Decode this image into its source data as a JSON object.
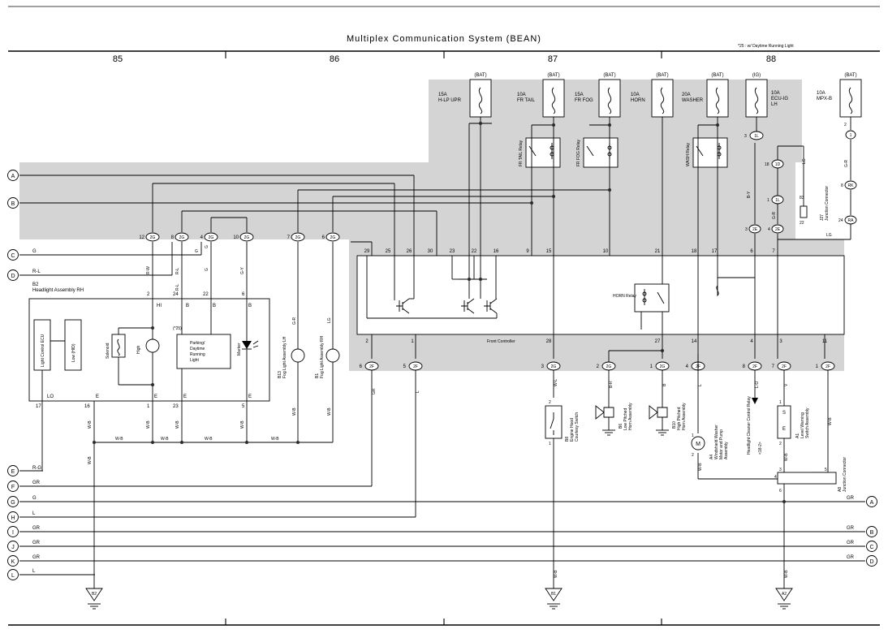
{
  "header": {
    "title": "Multiplex Communication System (BEAN)",
    "note": "*25 : w/ Daytime Running Light",
    "sections": [
      "85",
      "86",
      "87",
      "88"
    ]
  },
  "fuses": [
    {
      "supply": "(BAT)",
      "amp": "15A",
      "name": "H-LP UPR"
    },
    {
      "supply": "(BAT)",
      "amp": "10A",
      "name": "FR TAIL"
    },
    {
      "supply": "(BAT)",
      "amp": "15A",
      "name": "FR FOG"
    },
    {
      "supply": "(BAT)",
      "amp": "10A",
      "name": "HORN"
    },
    {
      "supply": "(BAT)",
      "amp": "20A",
      "name": "WASHER"
    },
    {
      "supply": "(IG)",
      "amp": "10A",
      "name": "ECU-IG LH"
    },
    {
      "supply": "(BAT)",
      "amp": "10A",
      "name": "MPX-B"
    }
  ],
  "relays": {
    "fr_tail": "FR TAIL Relay",
    "fr_fog": "FR FOG Relay",
    "wash": "WASH Relay",
    "horn": "HORN Relay"
  },
  "left_refs": [
    "A",
    "B",
    "C",
    "D",
    "E",
    "F",
    "G",
    "H",
    "I",
    "J",
    "K",
    "L"
  ],
  "right_refs": [
    "A",
    "B",
    "C",
    "D"
  ],
  "wire_colors": {
    "c": "G",
    "d": "R-L",
    "e": "R-G",
    "f": "GR",
    "g": "G",
    "h": "L",
    "i": "GR",
    "j": "GR",
    "k": "GR",
    "l": "L",
    "gr": "GR",
    "wb": "W-B",
    "by": "B-Y",
    "lg": "LG",
    "gr2": "G-R",
    "rw": "R-W",
    "gy": "G-Y",
    "wl": "W-L",
    "br": "B-R",
    "b": "B",
    "lo": "L-O",
    "v": "V",
    "rl": "R-L",
    "w_b": "W-B"
  },
  "connectors": {
    "c2g": [
      "12",
      "8",
      "4",
      "10",
      "7",
      "6"
    ],
    "code_2g": "2G",
    "code_2f": "2F",
    "code_2e": "2E",
    "code_1l": "1L",
    "code_1d": "1D",
    "code_1e": "1E",
    "code_1f": "1F",
    "code_ra": "RA",
    "code_rk": "RK",
    "code_1": "1"
  },
  "front_controller": {
    "label": "Front Controller",
    "top_pins": [
      "29",
      "25",
      "26",
      "30",
      "23",
      "22",
      "16",
      "9",
      "15",
      "10",
      "21",
      "18",
      "17",
      "6",
      "7"
    ],
    "bottom_pins": [
      "2",
      "1",
      "28",
      "27",
      "14",
      "4",
      "3",
      "11"
    ]
  },
  "b2": {
    "id": "B2",
    "name": "Headlight Assembly RH",
    "ecu": "Light Control ECU",
    "low": "Low (HID)",
    "solenoid": "Solenoid",
    "high": "High",
    "parking": "Parking/ Daytime Running Light",
    "marker": "Marker",
    "pins_top": [
      "2",
      "24",
      "22",
      "6"
    ],
    "pin_labels_top": [
      "HI",
      "B",
      "B",
      "B"
    ],
    "pins_bottom": [
      "17",
      "16",
      "1",
      "23",
      "5"
    ],
    "pin_labels_bottom": [
      "LO",
      "E",
      "E",
      "E",
      "E"
    ],
    "drl_note": "(*25)"
  },
  "fog": {
    "lh_id": "B13",
    "lh_name": "Fog Light Assembly LH",
    "rh_id": "B1",
    "rh_name": "Fog Light Assembly RH"
  },
  "components": {
    "b8_id": "B8",
    "b8_name": "Engine Hood Courtesy Switch",
    "b6_id": "B6",
    "b6_name": "Low Pitched Horn Assembly",
    "b10_id": "B10",
    "b10_name": "High Pitched Horn Assembly",
    "a4_id": "A4",
    "a4_name": "Windshield Washer Motor and Pump Assembly",
    "hcl_name": "Headlight Cleaner Control Relay",
    "hcl_ref": "<18-2>",
    "a1_id": "A1",
    "a1_name": "Level Warning Switch Assembly",
    "a8_id": "A8",
    "a8_name": "Junction Connector",
    "j27_id": "J27",
    "j27_name": "Junction Connector",
    "m": "M",
    "s": "S",
    "e": "E",
    "j27_pins": [
      "83",
      "22"
    ]
  },
  "grounds": {
    "g1": "B2",
    "g2": "B1",
    "g3": "A2"
  }
}
